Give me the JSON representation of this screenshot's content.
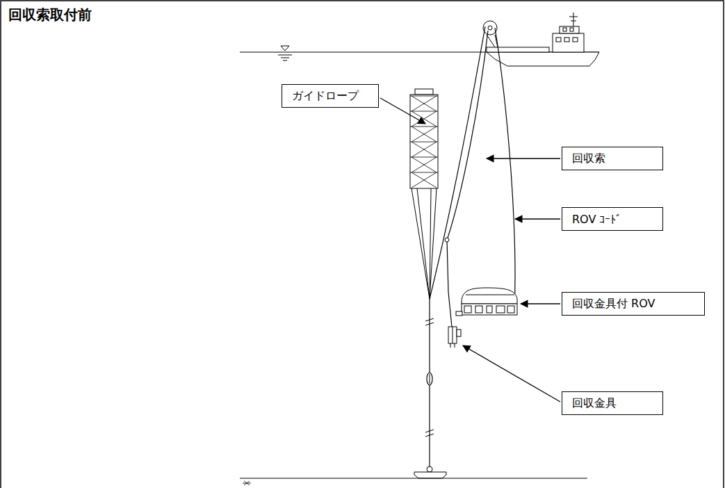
{
  "diagram": {
    "title": "回収索取付前",
    "nodes": [
      {
        "text": [
          "ガイドロープ"
        ]
      },
      {
        "text": [
          "回収索"
        ]
      },
      {
        "text": [
          "ROV ｺｰﾄﾞ"
        ]
      },
      {
        "text": [
          "回収金具付 ROV"
        ]
      },
      {
        "text": [
          "回収金具"
        ]
      }
    ]
  }
}
